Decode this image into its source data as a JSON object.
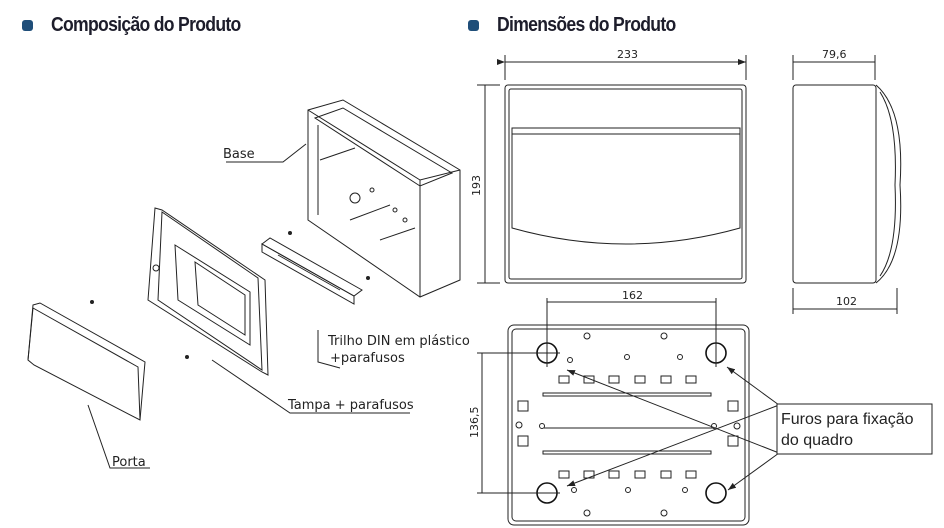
{
  "sections": {
    "composition_title": "Composição do Produto",
    "dimensions_title": "Dimensões do Produto"
  },
  "composition_labels": {
    "base": "Base",
    "din_rail_line1": "Trilho DIN em plástico",
    "din_rail_line2": "+parafusos",
    "cover": "Tampa + parafusos",
    "door": "Porta"
  },
  "dimensions": {
    "width": "233",
    "height": "193",
    "depth_top": "79,6",
    "depth_bottom": "102",
    "hole_spacing_h": "162",
    "hole_spacing_v": "136,5",
    "callout_line1": "Furos para fixação",
    "callout_line2": "do quadro"
  },
  "colors": {
    "bullet": "#1f4e79"
  }
}
